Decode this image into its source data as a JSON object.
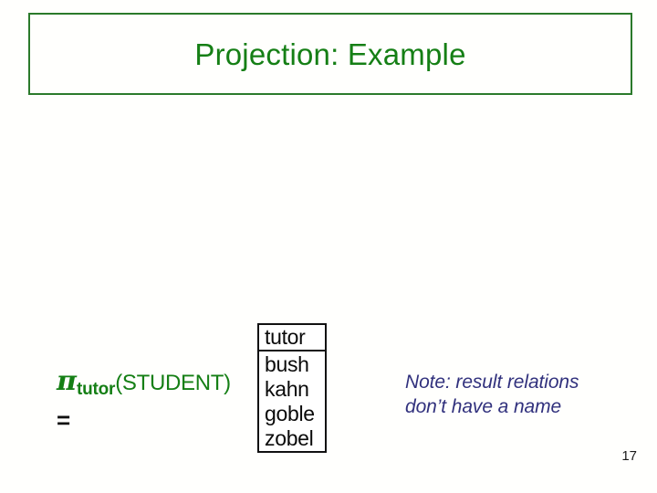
{
  "slide": {
    "background_color": "#fffffd",
    "title": {
      "text": "Projection: Example",
      "color": "#157f15",
      "border_color": "#2b7a2b"
    },
    "formula": {
      "operator_symbol": "π",
      "subscript": "tutor",
      "arguments": "(STUDENT)",
      "equals": "=",
      "color": "#157f15"
    },
    "result_table": {
      "columns": [
        "tutor"
      ],
      "rows": [
        [
          "bush"
        ],
        [
          "kahn"
        ],
        [
          "goble"
        ],
        [
          "zobel"
        ]
      ],
      "border_color": "#111111",
      "text_color": "#0a0a0a"
    },
    "note": {
      "line1": "Note: result relations",
      "line2": "don’t have a name",
      "color": "#31317d"
    },
    "page_number": "17"
  }
}
